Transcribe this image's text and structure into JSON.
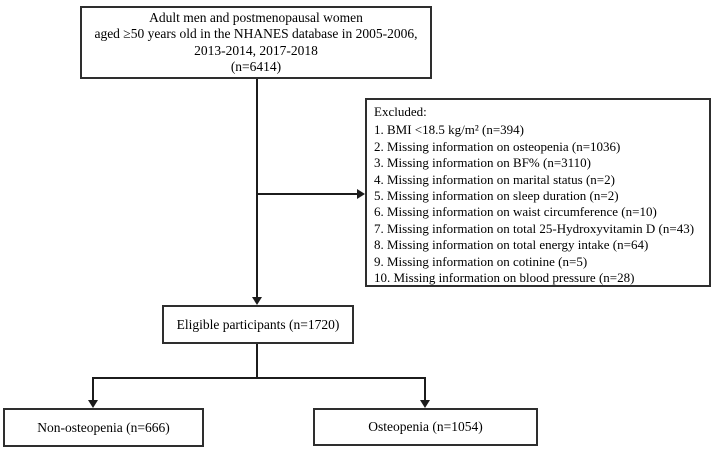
{
  "diagram": {
    "initial_box": {
      "line1": "Adult men and postmenopausal women",
      "line2": "aged ≥50 years old in the NHANES database in 2005-2006,",
      "line3": "2013-2014, 2017-2018",
      "line4": "(n=6414)"
    },
    "excluded_box": {
      "title": "Excluded:",
      "items": [
        "1. BMI <18.5 kg/m² (n=394)",
        "2. Missing information on osteopenia (n=1036)",
        "3. Missing information on BF% (n=3110)",
        "4. Missing information on marital status (n=2)",
        "5. Missing information on sleep duration (n=2)",
        "6. Missing information on waist circumference (n=10)",
        "7. Missing information on total 25-Hydroxyvitamin D (n=43)",
        "8. Missing information on total energy intake (n=64)",
        "9. Missing information on cotinine (n=5)",
        "10. Missing information on blood pressure (n=28)"
      ]
    },
    "eligible_box": {
      "label": "Eligible participants (n=1720)"
    },
    "non_osteopenia_box": {
      "label": "Non-osteopenia (n=666)"
    },
    "osteopenia_box": {
      "label": "Osteopenia (n=1054)"
    },
    "colors": {
      "background": "#ffffff",
      "box_border": "#2e2e2e",
      "line": "#1c1c1c",
      "text": "#000000"
    }
  }
}
